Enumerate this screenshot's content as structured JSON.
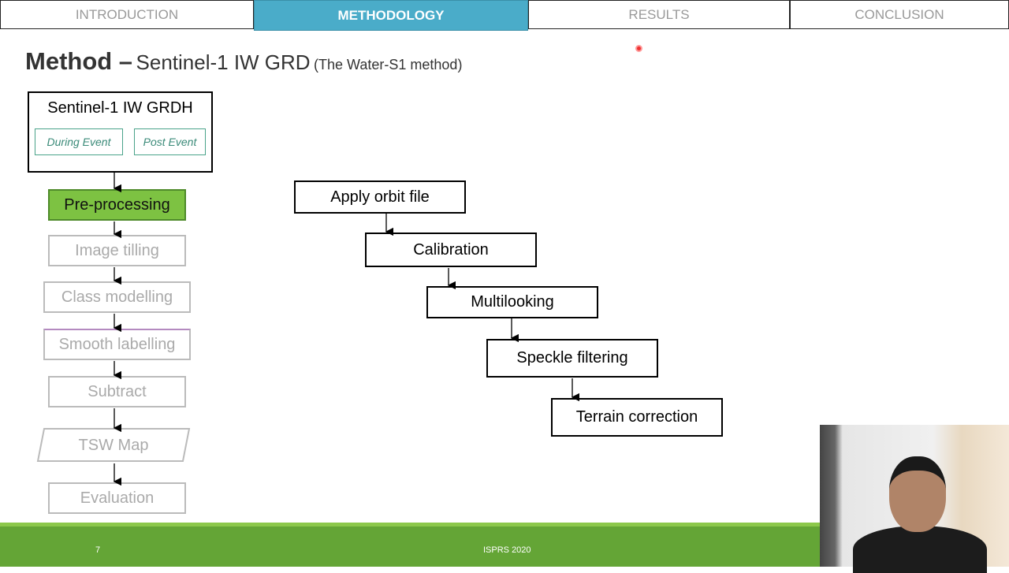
{
  "nav": {
    "tabs": [
      {
        "label": "INTRODUCTION"
      },
      {
        "label": "METHODOLOGY",
        "active": true
      },
      {
        "label": "RESULTS"
      },
      {
        "label": "CONCLUSION"
      }
    ]
  },
  "title": {
    "bold": "Method –",
    "main": "Sentinel-1 IW GRD",
    "sub": "(The Water-S1 method)"
  },
  "input_box": {
    "label": "Sentinel-1 IW GRDH",
    "during": "During Event",
    "post": "Post Event"
  },
  "main_flow": [
    "Pre-processing",
    "Image tilling",
    "Class modelling",
    "Smooth labelling",
    "Subtract",
    "TSW Map",
    "Evaluation"
  ],
  "preprocessing_steps": [
    "Apply orbit file",
    "Calibration",
    "Multilooking",
    "Speckle filtering",
    "Terrain correction"
  ],
  "footer": {
    "page": "7",
    "conference": "ISPRS 2020"
  },
  "colors": {
    "accent": "#4aacc9",
    "active_step": "#7dc242",
    "footer": "#64a536"
  }
}
